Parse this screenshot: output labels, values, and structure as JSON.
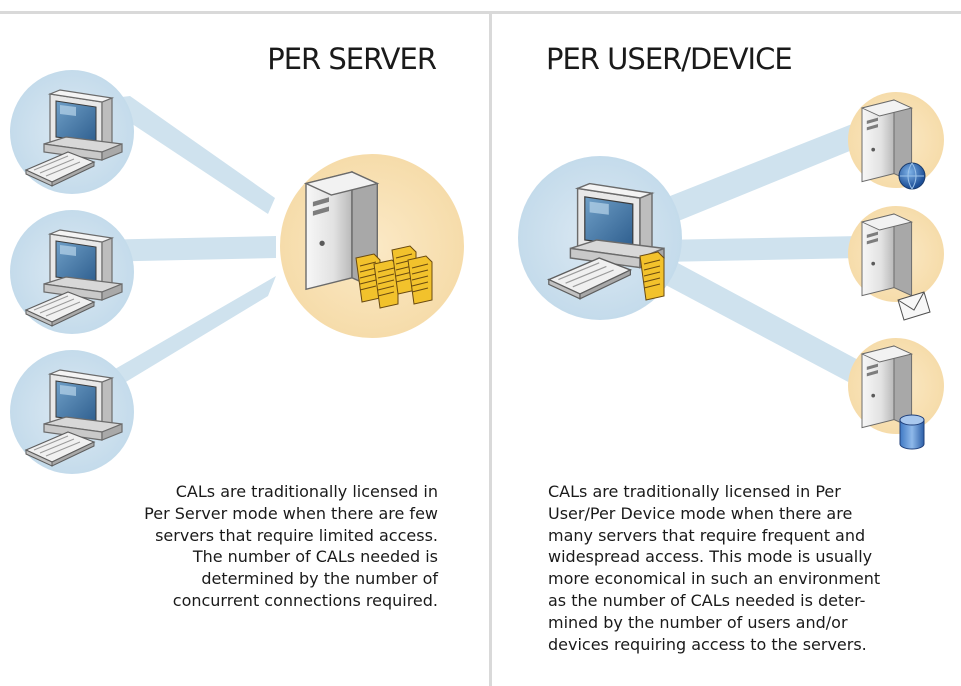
{
  "left_panel": {
    "title": "PER SERVER",
    "caption": "CALs are traditionally licensed in\nPer Server mode when there are few\nservers that require limited access.\nThe number of CALs needed is\ndetermined by the number of\nconcurrent connections required."
  },
  "right_panel": {
    "title": "PER USER/DEVICE",
    "caption": "CALs are traditionally licensed in Per\nUser/Per Device mode when there are\nmany servers that require frequent and\nwidespread access. This mode is usually\nmore economical in such an environment\nas the number of CALs needed is deter-\nmined by the number of users and/or\ndevices requiring access to the servers."
  },
  "colors": {
    "connection_beam": "#cfe2ee",
    "client_halo": "#cce0ee",
    "server_halo": "#f9e4ba",
    "divider": "#d9d9d9",
    "cal_document": "#f2c22c"
  }
}
